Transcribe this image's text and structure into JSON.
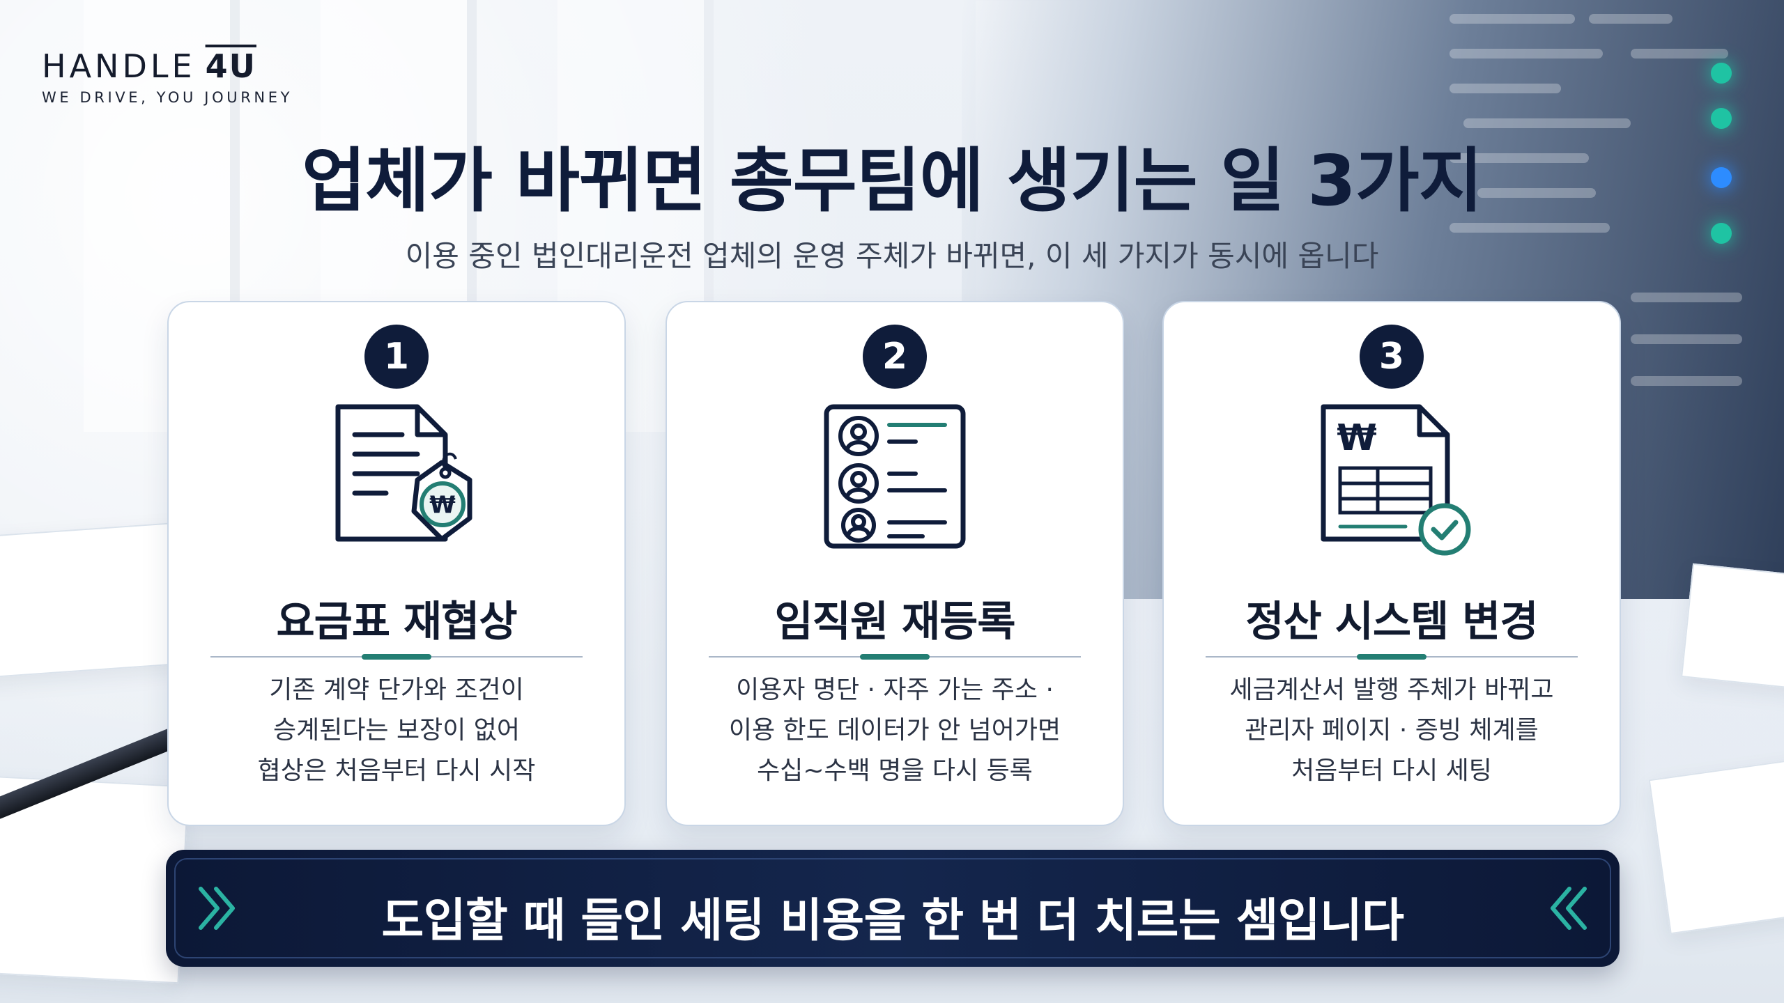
{
  "brand": {
    "name": "HANDLE",
    "name_suffix": "4U",
    "tagline": "WE DRIVE, YOU JOURNEY"
  },
  "header": {
    "title": "업체가 바뀌면 총무팀에 생기는 일 3가지",
    "subtitle": "이용 중인 법인대리운전 업체의 운영 주체가 바뀌면, 이 세 가지가 동시에 옵니다"
  },
  "cards": [
    {
      "number": "1",
      "icon": "price-document-icon",
      "title": "요금표 재협상",
      "lines": [
        "기존 계약 단가와 조건이",
        "승계된다는 보장이 없어",
        "협상은 처음부터 다시 시작"
      ],
      "icon_symbol": "₩"
    },
    {
      "number": "2",
      "icon": "employee-list-icon",
      "title": "임직원 재등록",
      "lines": [
        "이용자 명단 · 자주 가는 주소 ·",
        "이용 한도 데이터가 안 넘어가면",
        "수십~수백 명을 다시 등록"
      ]
    },
    {
      "number": "3",
      "icon": "invoice-check-icon",
      "title": "정산 시스템 변경",
      "lines": [
        "세금계산서 발행 주체가 바뀌고",
        "관리자 페이지 · 증빙 체계를",
        "처음부터 다시 세팅"
      ],
      "icon_symbol": "₩"
    }
  ],
  "banner": {
    "text": "도입할 때 들인 세팅 비용을 한 번 더 치르는 셈입니다",
    "left_icon": "chevron-right-double-icon",
    "right_icon": "chevron-left-double-icon"
  },
  "colors": {
    "navy": "#0f1c3a",
    "teal": "#237e73",
    "card_border": "#c9d6e6"
  }
}
